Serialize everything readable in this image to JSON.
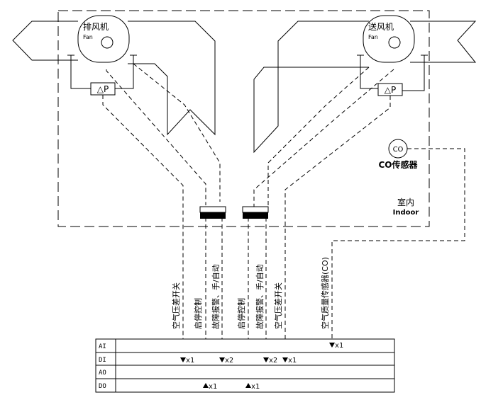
{
  "exhaust_fan": {
    "label_cn": "排风机",
    "label_en": "Fan"
  },
  "supply_fan": {
    "label_cn": "送风机",
    "label_en": "Fan"
  },
  "pressure_sensor_left": {
    "label": "△P"
  },
  "pressure_sensor_right": {
    "label": "△P"
  },
  "co_sensor": {
    "symbol": "CO",
    "label": "CO传感器"
  },
  "indoor": {
    "label_cn": "室内",
    "label_en": "Indoor"
  },
  "signals": {
    "air_pressure_switch_left": "空气压差开关",
    "start_stop_left": "启停控制",
    "fault_alarm_left": "故障报警、手/自动",
    "start_stop_right": "启停控制",
    "fault_alarm_right": "故障报警、手/自动",
    "air_pressure_switch_right": "空气压差开关",
    "air_quality_sensor": "空气质量传感器(CO)"
  },
  "io_table": {
    "rows": [
      "AI",
      "DI",
      "AO",
      "DO"
    ],
    "counts": {
      "ai_co": "x1",
      "di_left_pressure": "x1",
      "di_left_fault": "x2",
      "di_right_fault": "x2",
      "di_right_pressure": "x1",
      "do_left_start": "x1",
      "do_right_start": "x1"
    }
  }
}
